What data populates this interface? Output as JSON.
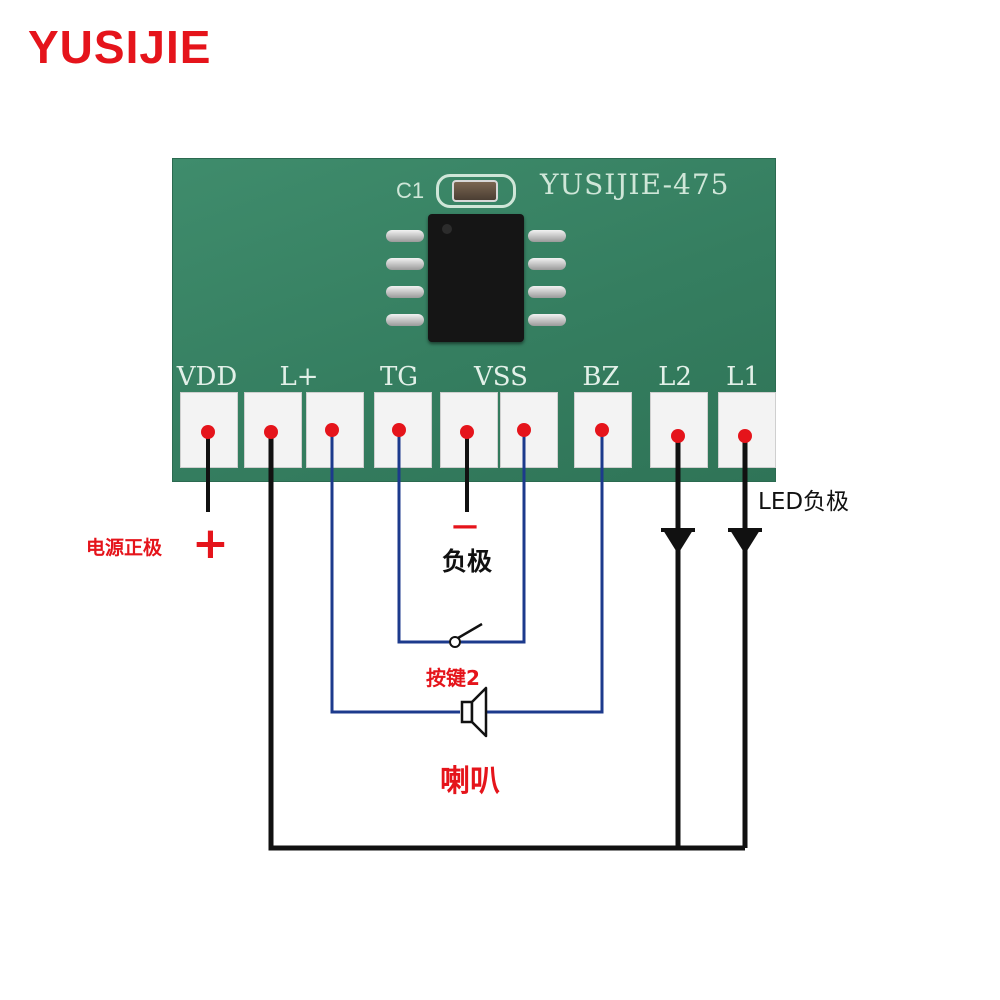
{
  "brand": "YUSIJIE",
  "board": {
    "model": "YUSIJIE-475",
    "cap_label": "C1",
    "pins": [
      "VDD",
      "L+",
      "TG",
      "VSS",
      "BZ",
      "L2",
      "L1"
    ]
  },
  "labels": {
    "power_positive": "电源正极",
    "plus_sign": "+",
    "minus_sign": "—",
    "negative": "负极",
    "button": "按键2",
    "speaker": "喇叭",
    "led_negative": "LED负极"
  },
  "colors": {
    "brand_red": "#e5141b",
    "board_green": "#357e60",
    "wire_black": "#111111",
    "wire_blue": "#1c3a8c",
    "contact_red": "#e5141b"
  },
  "icons": [
    "switch-icon",
    "speaker-icon",
    "diode-icon"
  ]
}
